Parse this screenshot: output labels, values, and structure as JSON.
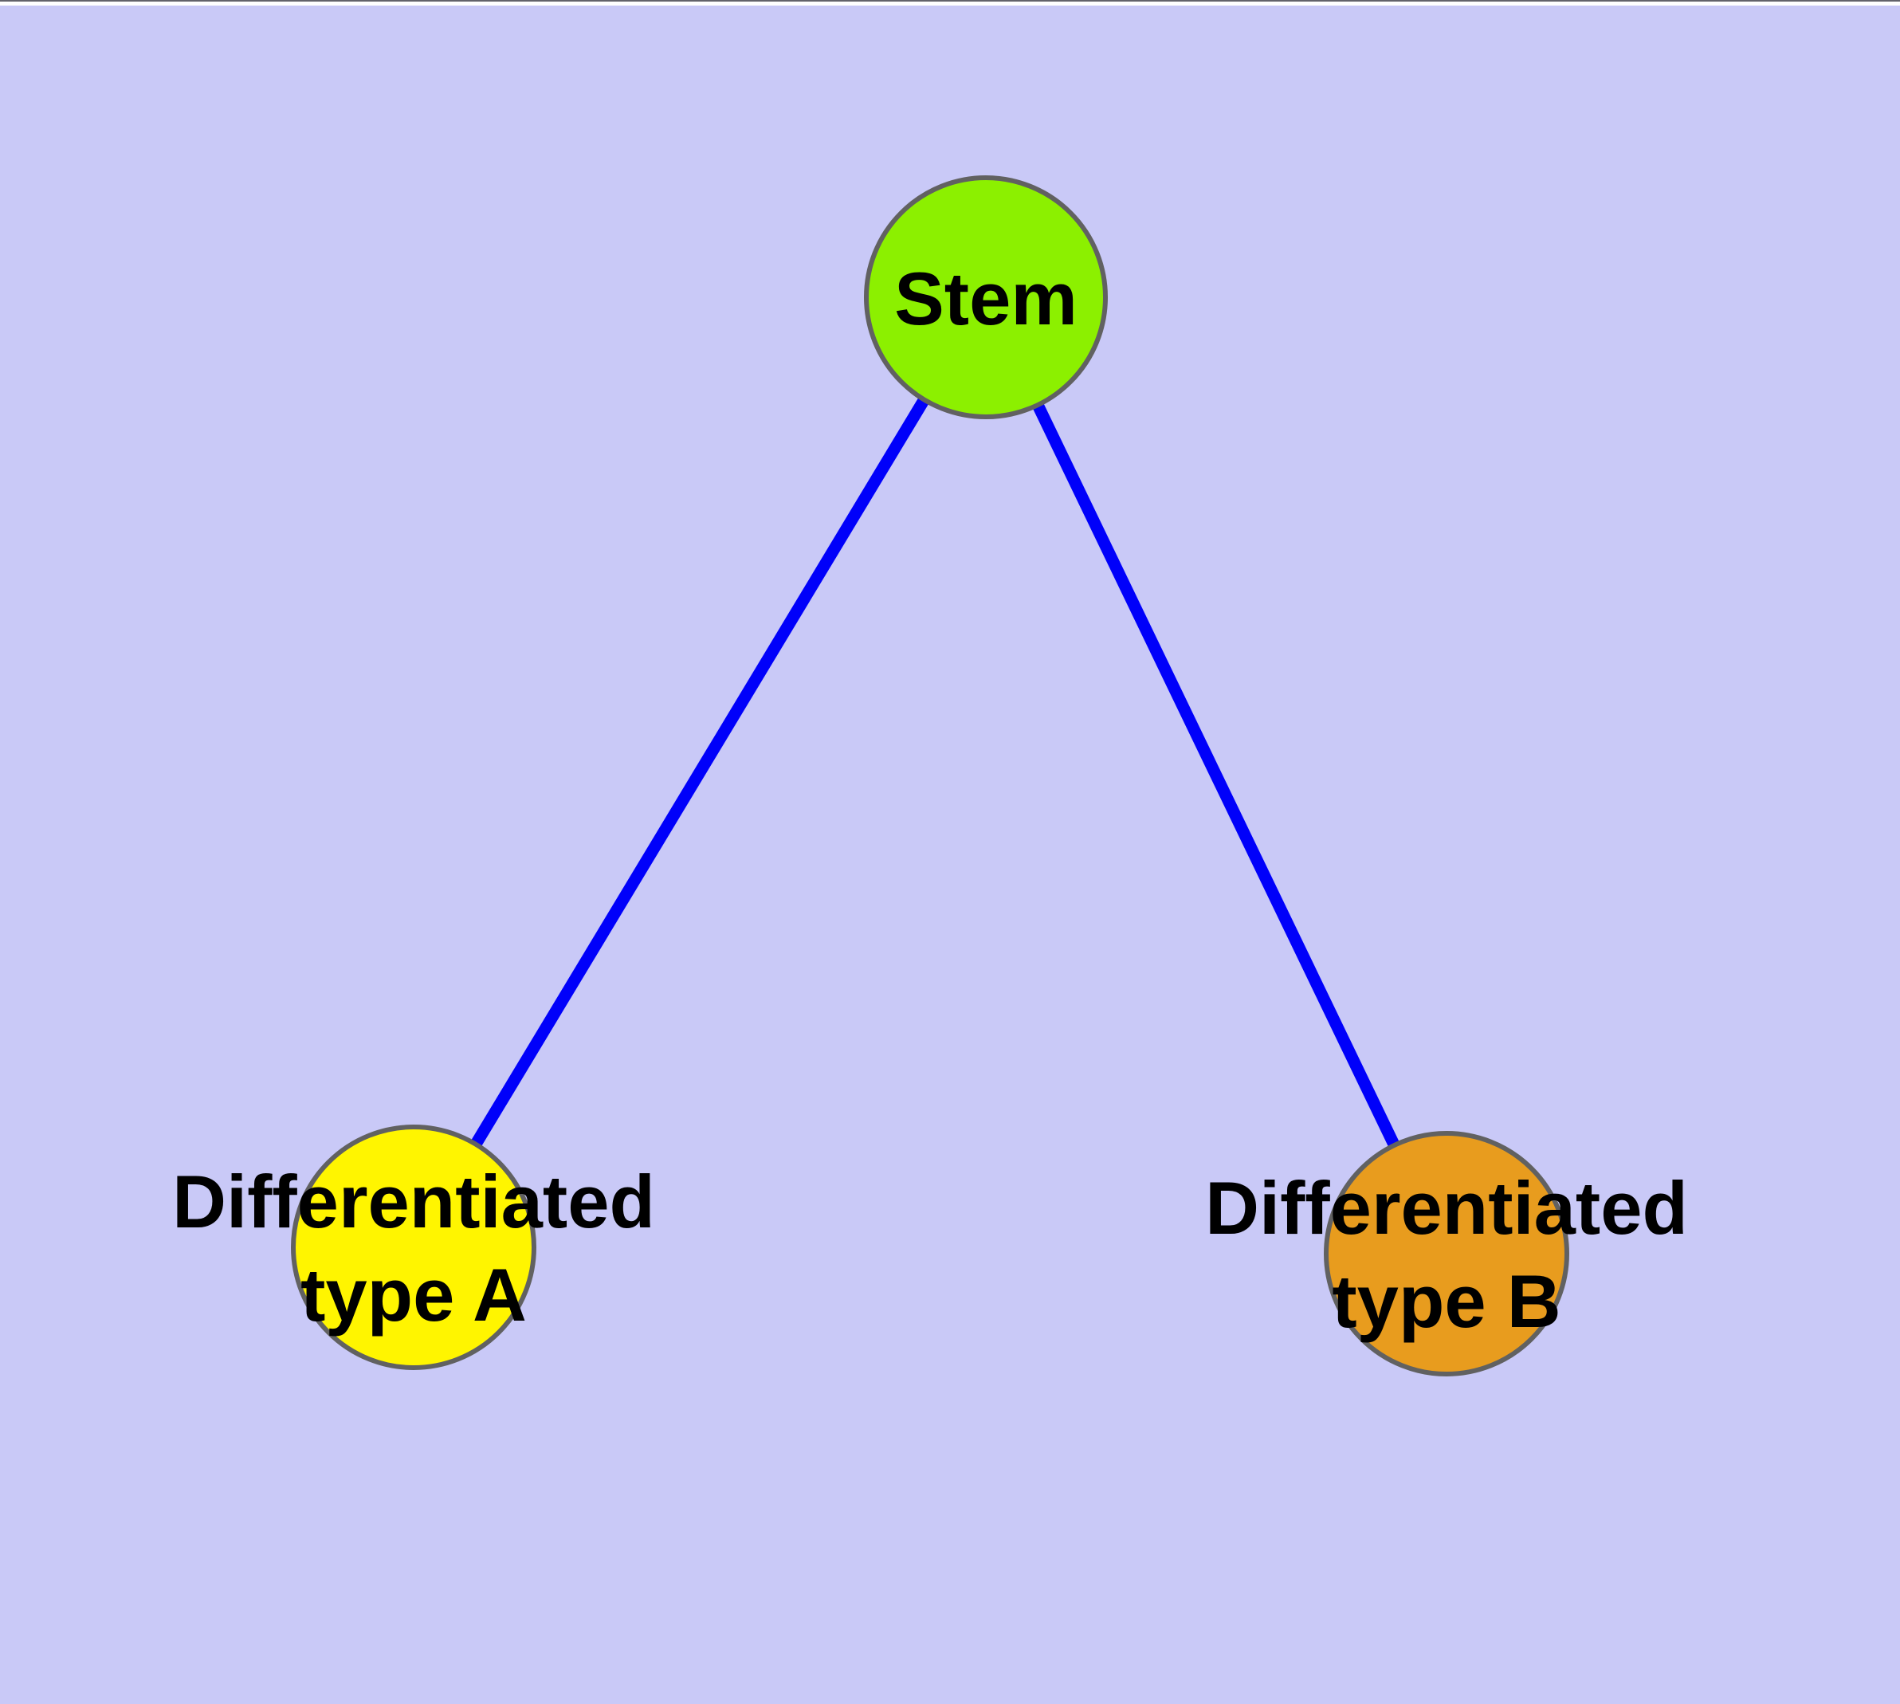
{
  "diagram": {
    "colors": {
      "background": "#C9C9F7",
      "edge": "#0000FA",
      "node_border": "#616161",
      "label_text": "#000000"
    },
    "nodes": {
      "stem": {
        "label": "Stem",
        "lines": [
          "Stem"
        ],
        "fill": "#8CF000"
      },
      "type_a": {
        "label": "Differentiated type A",
        "lines": [
          "Differentiated",
          "type A"
        ],
        "fill": "#FFF500"
      },
      "type_b": {
        "label": "Differentiated type B",
        "lines": [
          "Differentiated",
          "type B"
        ],
        "fill": "#E89C1E"
      }
    },
    "edges": [
      {
        "from": "Stem",
        "to": "Differentiated type A"
      },
      {
        "from": "Stem",
        "to": "Differentiated type B"
      }
    ]
  }
}
